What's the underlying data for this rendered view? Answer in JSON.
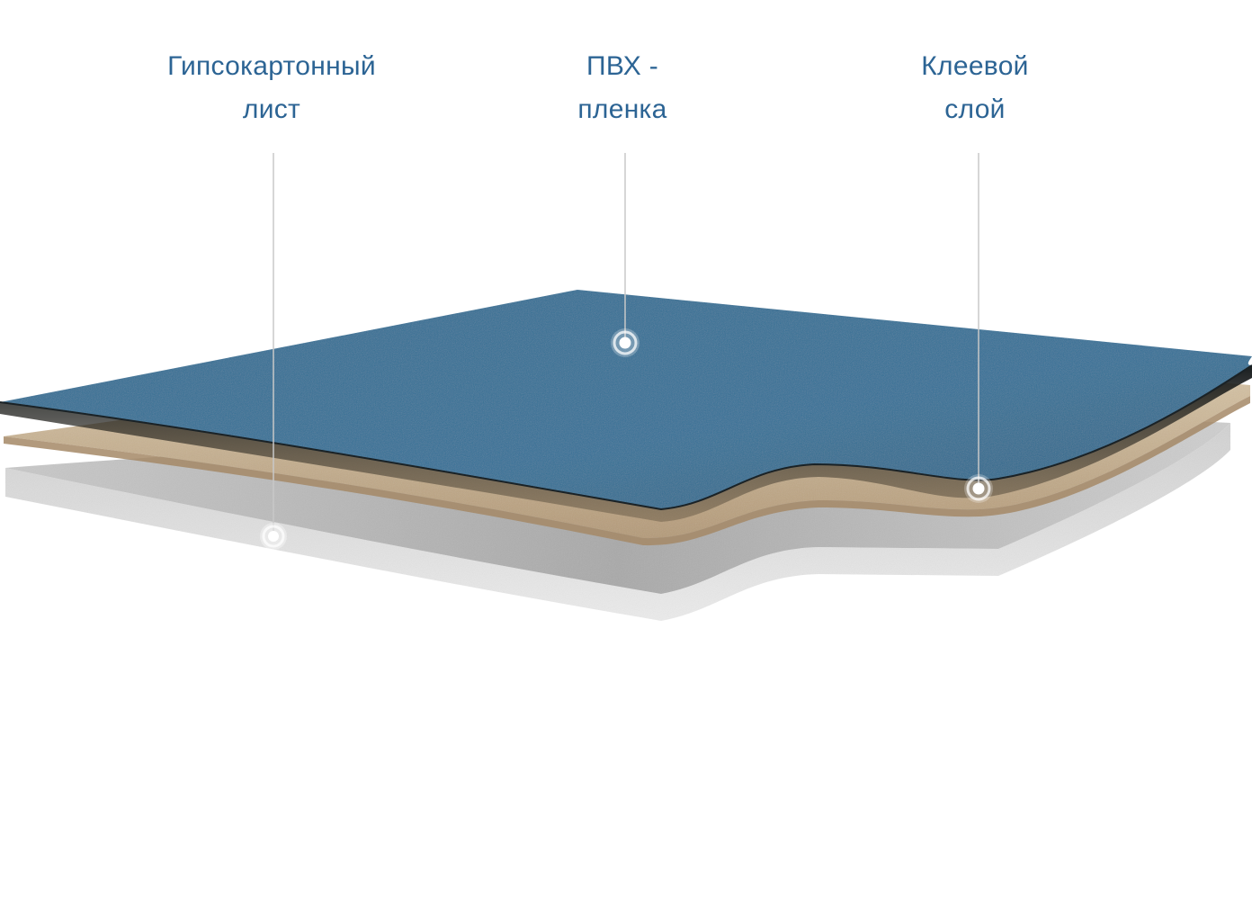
{
  "labels": {
    "gypsum": {
      "line1": "Гипсокартонный",
      "line2": "лист"
    },
    "pvc": {
      "line1": "ПВХ -",
      "line2": "пленка"
    },
    "glue": {
      "line1": "Клеевой",
      "line2": "слой"
    }
  },
  "colors": {
    "label_text": "#2c6494",
    "pvc_top": "#2e6f95",
    "pvc_edge": "#1a2226",
    "glue_layer": "#c9b496",
    "glue_edge": "#a48866",
    "gypsum_top": "#bdbdbd",
    "gypsum_edge": "#e4e4e4",
    "leader_line": "#c8c8c8",
    "marker": "#ffffff"
  },
  "layers": [
    "gypsum-board",
    "glue-layer",
    "pvc-film"
  ]
}
